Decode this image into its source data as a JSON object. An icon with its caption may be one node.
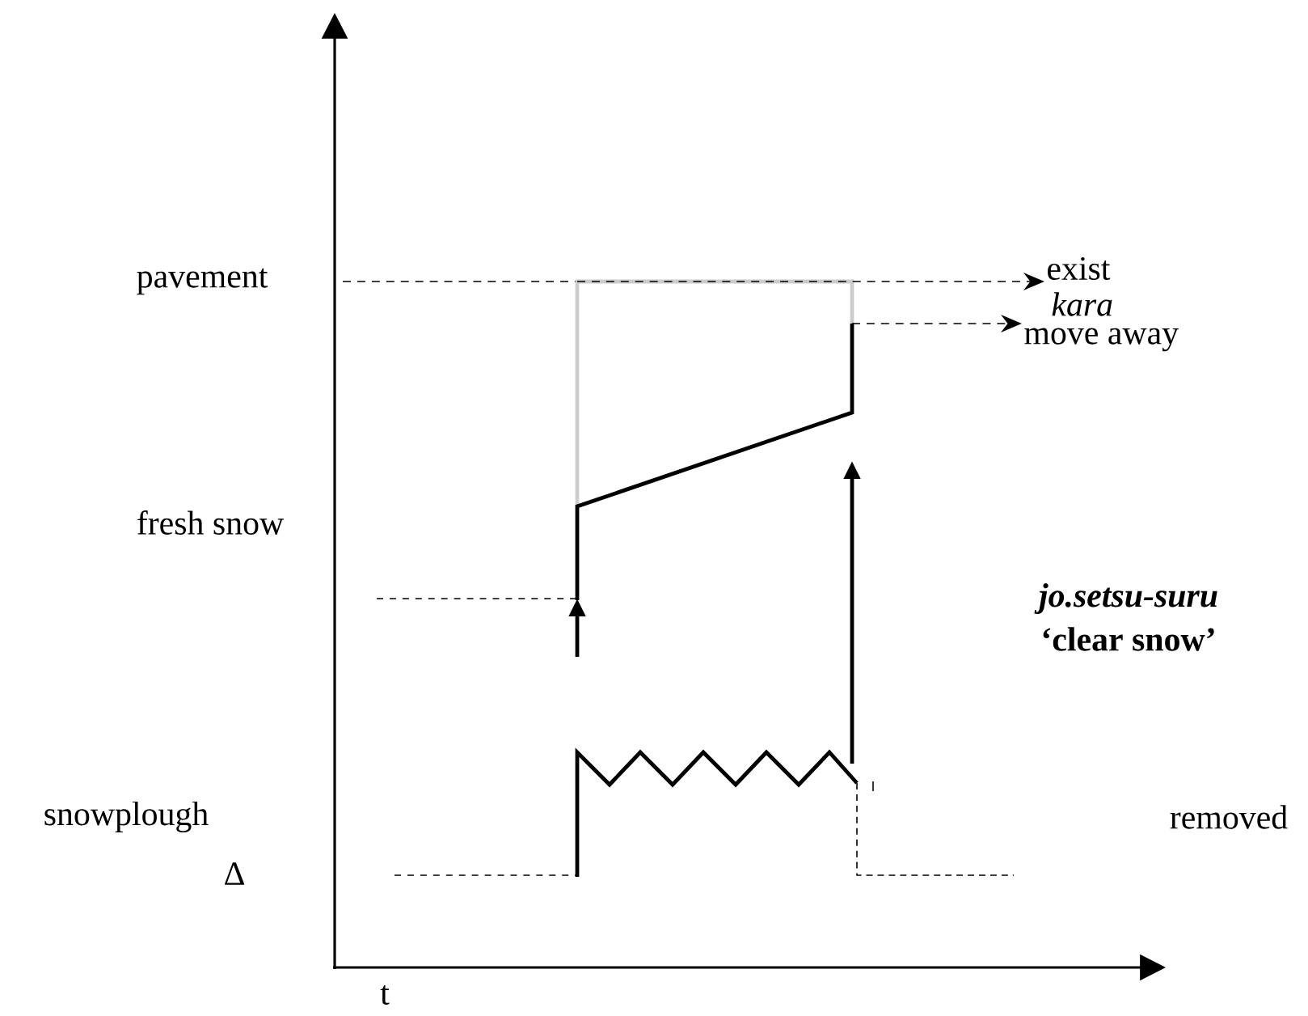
{
  "diagram": {
    "nodes": [
      {
        "text": [
          "exist"
        ]
      },
      {
        "text": [
          "move away"
        ]
      }
    ],
    "edges": [
      {
        "from": null,
        "to": 0,
        "arrow": "to",
        "style": "dashed"
      },
      {
        "from": null,
        "to": 1,
        "arrow": "to",
        "style": "dashed"
      }
    ],
    "labels": [
      "pavement",
      "kara",
      "fresh snow",
      "jo.setsu-suru",
      "‘clear snow’",
      "snowplough",
      "removed",
      "Δ",
      "t"
    ]
  }
}
